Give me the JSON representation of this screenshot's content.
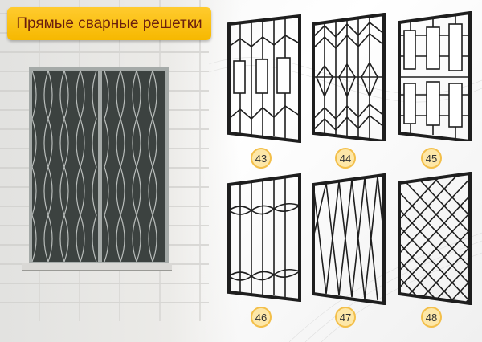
{
  "title": "Прямые сварные решетки",
  "photo": {
    "alt": "window-with-grille-photo"
  },
  "items": [
    {
      "number": "43",
      "pattern": "chevrons-with-rectangles"
    },
    {
      "number": "44",
      "pattern": "chevrons-with-diamonds"
    },
    {
      "number": "45",
      "pattern": "staggered-rectangles"
    },
    {
      "number": "46",
      "pattern": "vertical-bars-with-arcs"
    },
    {
      "number": "47",
      "pattern": "elongated-diamonds"
    },
    {
      "number": "48",
      "pattern": "diamond-lattice"
    }
  ],
  "colors": {
    "title_bg": "#f6b800",
    "title_text": "#6b1f0e",
    "badge_bg": "#fde7a8",
    "badge_border": "#f3bf4a",
    "frame": "#1e1e1e"
  }
}
